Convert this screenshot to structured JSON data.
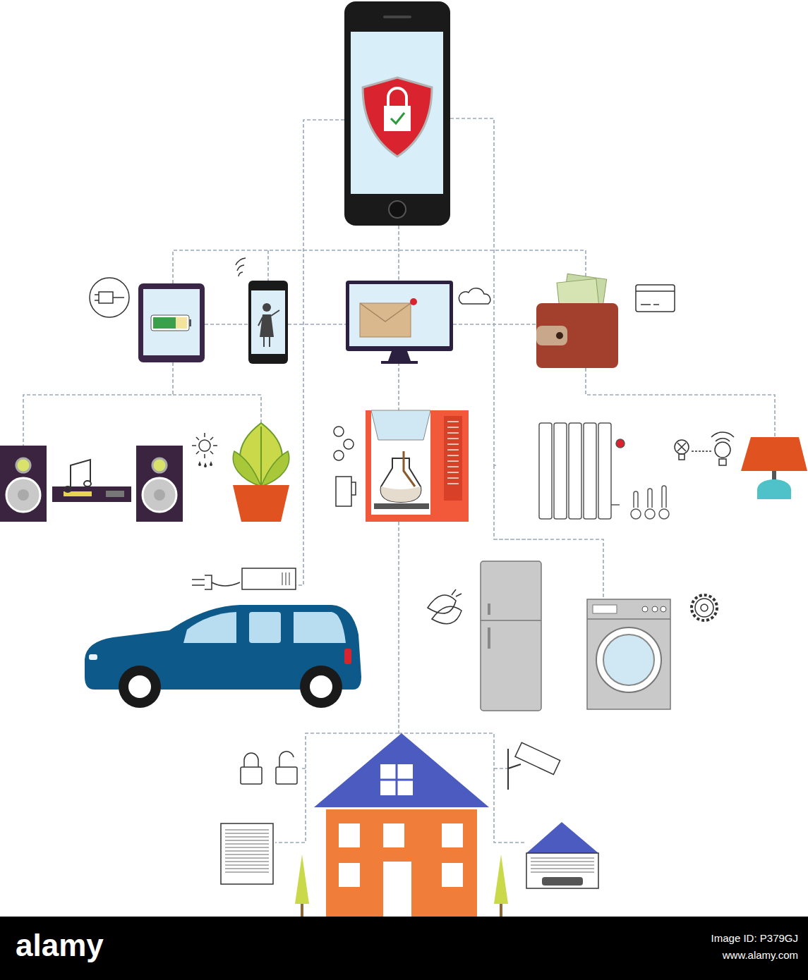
{
  "diagram": {
    "labels": [
      "alamy",
      "Image ID: P379GJ",
      "www.alamy.com"
    ]
  }
}
